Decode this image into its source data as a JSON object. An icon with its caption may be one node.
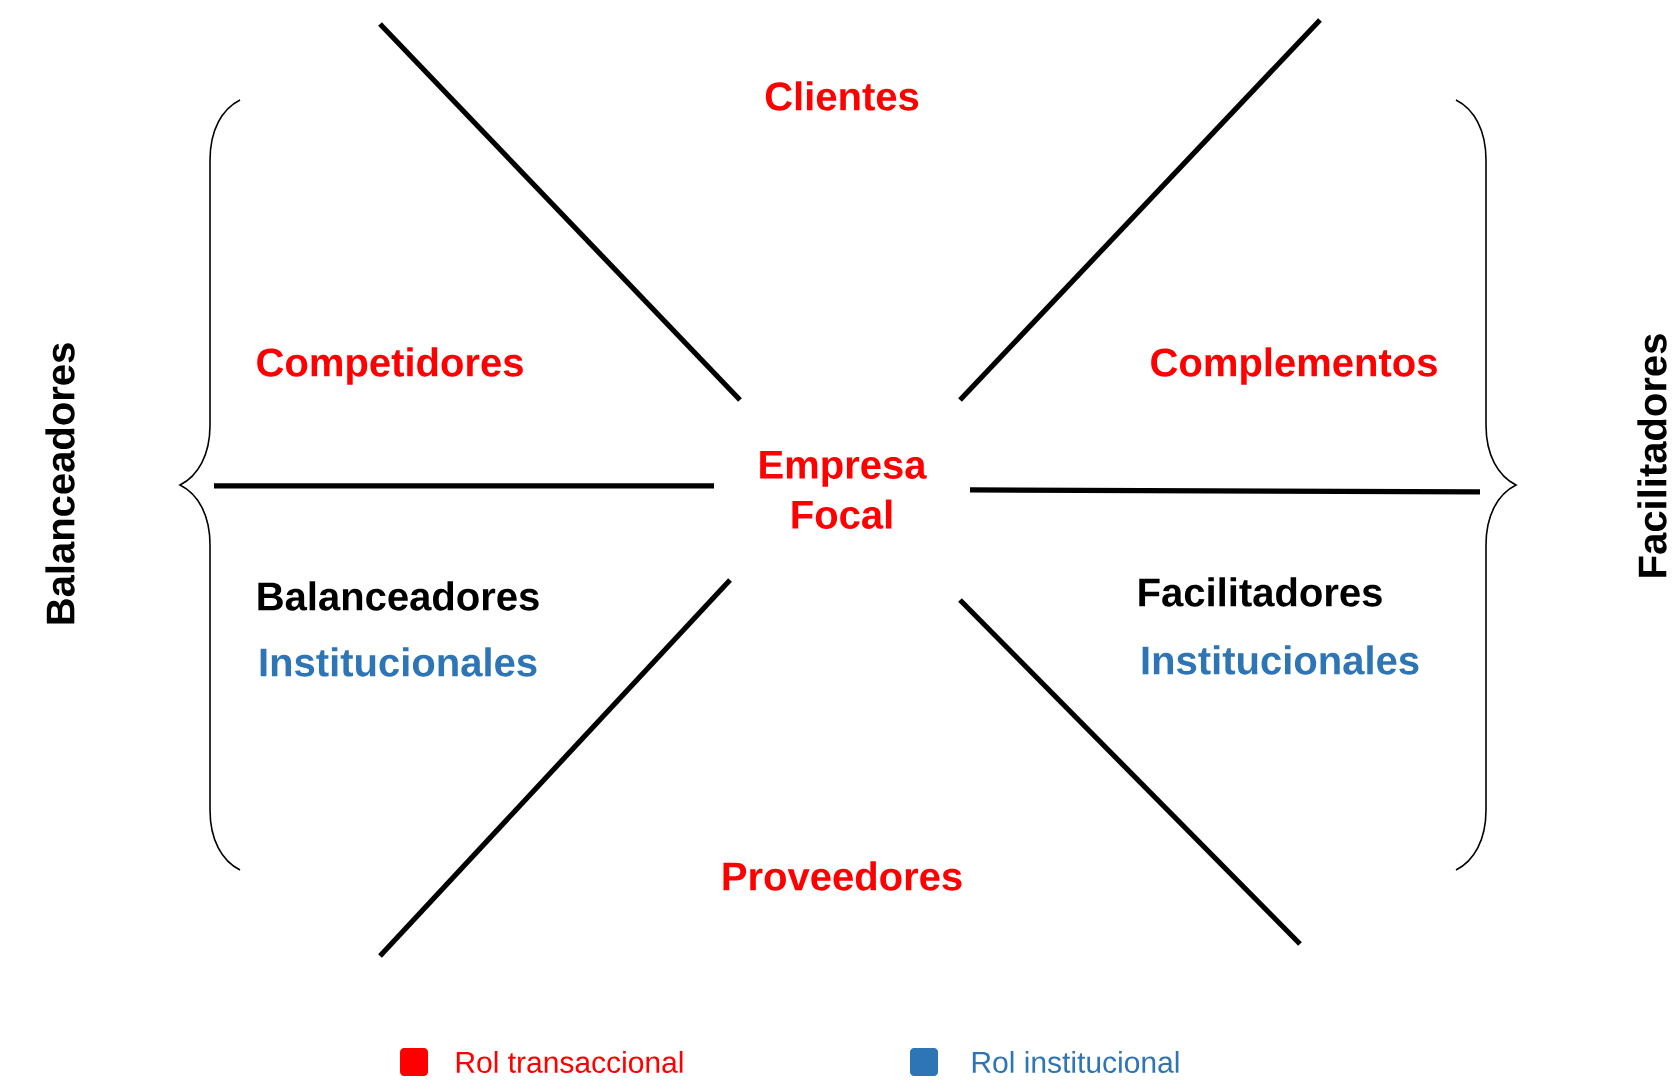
{
  "diagram": {
    "labels": [
      "Clientes",
      "Competidores",
      "Complementos",
      "Empresa Focal",
      "Balanceadores",
      "Institucionales",
      "Facilitadores",
      "Institucionales",
      "Proveedores",
      "Balanceadores",
      "Facilitadores"
    ],
    "legend": [
      {
        "text": "Rol transaccional",
        "color": "#ff0000"
      },
      {
        "text": "Rol institucional",
        "color": "#2e75b6"
      }
    ]
  }
}
